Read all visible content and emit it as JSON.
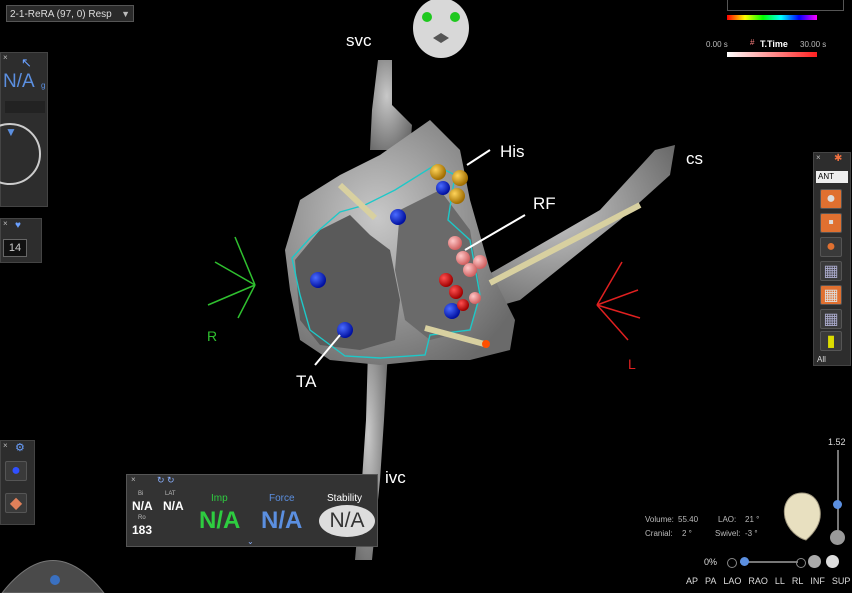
{
  "map_selector": {
    "value": "2-1-ReRA (97, 0) Resp"
  },
  "labels": {
    "svc": "svc",
    "his": "His",
    "cs": "cs",
    "rf": "RF",
    "r": "R",
    "l": "L",
    "ta": "TA",
    "ivc": "ivc"
  },
  "time_scale": {
    "start": "0.00 s",
    "title": "T.Time",
    "end": "30.00 s"
  },
  "left_panel": {
    "value": "N/A",
    "subscript": "g",
    "number": "14"
  },
  "catheter_status": {
    "bi_label": "Bi",
    "bi_value": "N/A",
    "lat_label": "LAT",
    "lat_value": "N/A",
    "rov_label": "Ro",
    "rov_value": "183",
    "imp_label": "Imp",
    "imp_value": "N/A",
    "force_label": "Force",
    "force_value": "N/A",
    "stability_label": "Stability",
    "stability_value": "N/A",
    "colors": {
      "imp": "#2ecc40",
      "force": "#5b8fe0"
    }
  },
  "view_info": {
    "volume_label": "Volume:",
    "volume_value": "55.40",
    "lao_label": "LAO:",
    "lao_value": "21 °",
    "cranial_label": "Cranial:",
    "cranial_value": "2 °",
    "swivel_label": "Swivel:",
    "swivel_value": "-3 °",
    "zoom_value": "1.52",
    "opacity_value": "0%"
  },
  "view_buttons": [
    "AP",
    "PA",
    "LAO",
    "RAO",
    "LL",
    "RL",
    "INF",
    "SUP"
  ],
  "right_toolbar": {
    "view_select": "ANT",
    "all_label": "All"
  },
  "close_symbol": "×"
}
